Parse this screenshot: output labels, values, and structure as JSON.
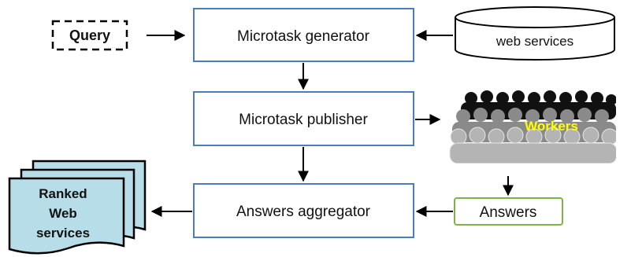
{
  "colors": {
    "box_border": "#4a7ebb",
    "answers_border": "#7fb34a",
    "document_fill": "#b7dde8",
    "workers_label": "#ffff00",
    "arrow": "#000000"
  },
  "nodes": {
    "query": "Query",
    "microtask_generator": "Microtask generator",
    "web_services": "web services",
    "microtask_publisher": "Microtask publisher",
    "workers": "Workers",
    "answers_aggregator": "Answers aggregator",
    "answers": "Answers",
    "ranked_web_services": [
      "Ranked",
      "Web",
      "services"
    ]
  },
  "icons": {
    "web_services": "database-cylinder-icon",
    "workers": "crowd-icon",
    "ranked_web_services": "document-stack-icon"
  }
}
